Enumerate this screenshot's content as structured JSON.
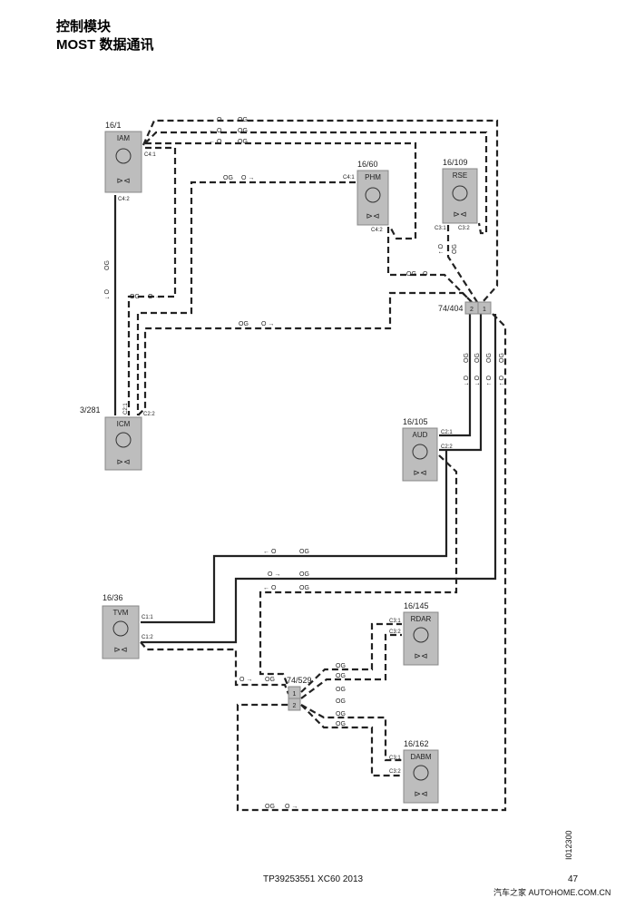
{
  "title": {
    "line1": "控制模块",
    "line2": "MOST 数据通讯"
  },
  "modules": {
    "iam": {
      "id": "16/1",
      "name": "IAM",
      "pins": [
        "C4:1",
        "C4:2"
      ]
    },
    "phm": {
      "id": "16/60",
      "name": "PHM",
      "pins": [
        "C4:1",
        "C4:2"
      ]
    },
    "rse": {
      "id": "16/109",
      "name": "RSE",
      "pins": [
        "C3:1",
        "C3:2"
      ]
    },
    "icm": {
      "id": "3/281",
      "name": "ICM",
      "pins": [
        "C2:1",
        "C2:2"
      ]
    },
    "aud": {
      "id": "16/105",
      "name": "AUD",
      "pins": [
        "C2:1",
        "C2:2"
      ]
    },
    "tvm": {
      "id": "16/36",
      "name": "TVM",
      "pins": [
        "C1:1",
        "C1:2"
      ]
    },
    "rdar": {
      "id": "16/145",
      "name": "RDAR",
      "pins": [
        "C3:1",
        "C3:2"
      ]
    },
    "dabm": {
      "id": "16/162",
      "name": "DABM",
      "pins": [
        "C3:1",
        "C3:2"
      ]
    }
  },
  "connectors": {
    "c404": {
      "id": "74/404",
      "pins": [
        "2",
        "1"
      ]
    },
    "c529": {
      "id": "74/529",
      "pins": [
        "1",
        "2"
      ]
    }
  },
  "wire": {
    "color": "OG",
    "arrow_left": "← O",
    "arrow_right": "O →",
    "arrow_up": "↑ O",
    "arrow_down": "↓ O"
  },
  "footer": {
    "doc": "TP39253551 XC60 2013",
    "page": "47",
    "figure": "I012300",
    "watermark": "汽车之家 AUTOHOME.COM.CN"
  }
}
